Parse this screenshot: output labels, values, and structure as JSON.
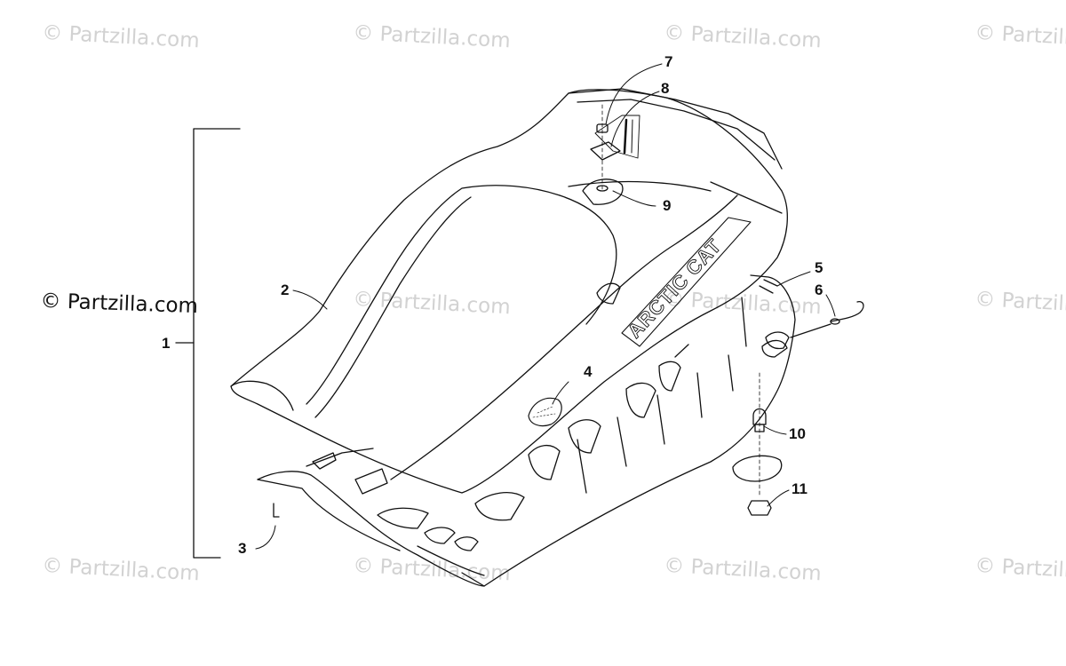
{
  "watermark": {
    "text": "© Partzilla.com",
    "main_text": "© Partzilla.com"
  },
  "seat_logo": {
    "text": "ARCTIC CAT"
  },
  "callouts": [
    {
      "id": "1",
      "label": "1"
    },
    {
      "id": "2",
      "label": "2"
    },
    {
      "id": "3",
      "label": "3"
    },
    {
      "id": "4",
      "label": "4"
    },
    {
      "id": "5",
      "label": "5"
    },
    {
      "id": "6",
      "label": "6"
    },
    {
      "id": "7",
      "label": "7"
    },
    {
      "id": "8",
      "label": "8"
    },
    {
      "id": "9",
      "label": "9"
    },
    {
      "id": "10",
      "label": "10"
    },
    {
      "id": "11",
      "label": "11"
    }
  ],
  "colors": {
    "line": "#111111",
    "watermark": "#d2d2d2",
    "background": "#ffffff"
  }
}
